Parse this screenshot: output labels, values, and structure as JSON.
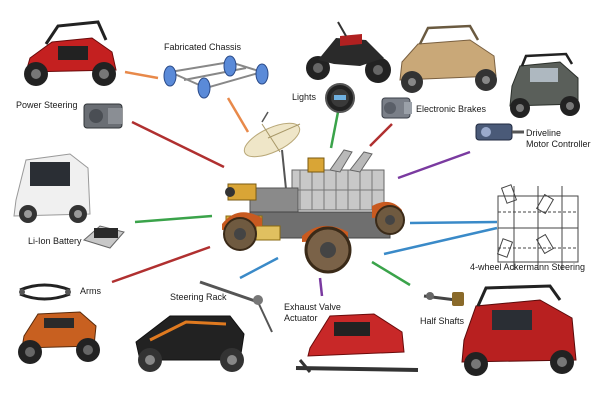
{
  "diagram": {
    "labels": {
      "fabricated_chassis": "Fabricated Chassis",
      "power_steering": "Power Steering",
      "lights": "Lights",
      "electronic_brakes": "Electronic Brakes",
      "driveline_motor_controller_1": "Driveline",
      "driveline_motor_controller_2": "Motor Controller",
      "li_ion_battery": "Li-Ion Battery",
      "ackermann_steering": "4-wheel Ackermann Steering",
      "arms": "Arms",
      "steering_rack": "Steering Rack",
      "exhaust_valve_actuator_1": "Exhaust Valve",
      "exhaust_valve_actuator_2": "Actuator",
      "half_shafts": "Half Shafts"
    },
    "connector_colors": {
      "chassis": "#e8894a",
      "power_steering": "#b03030",
      "lights": "#3aa34a",
      "electronic_brakes": "#b03030",
      "driveline": "#7a3aa0",
      "battery": "#3aa34a",
      "ackermann_top": "#3a8ac8",
      "ackermann_bottom": "#3a8ac8",
      "arms": "#b03030",
      "steering_rack": "#3a8ac8",
      "exhaust_valve": "#7a3aa0",
      "half_shafts": "#3aa34a"
    }
  }
}
